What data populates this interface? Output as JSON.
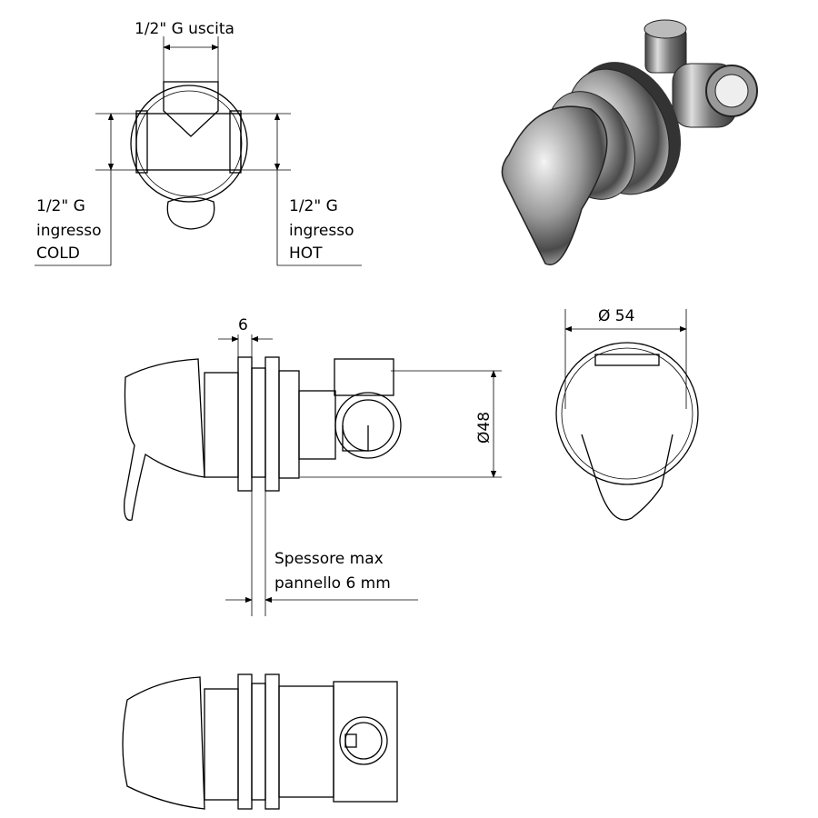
{
  "top_view": {
    "outlet_label": "1/2\" G uscita",
    "cold_inlet": {
      "size": "1/2\" G",
      "word": "ingresso",
      "side": "COLD"
    },
    "hot_inlet": {
      "size": "1/2\" G",
      "word": "ingresso",
      "side": "HOT"
    }
  },
  "side_view": {
    "panel_dim": "6",
    "body_diameter": "Ø48",
    "note_line1": "Spessore max",
    "note_line2": "pannello 6 mm"
  },
  "front_view": {
    "diameter": "Ø 54"
  }
}
